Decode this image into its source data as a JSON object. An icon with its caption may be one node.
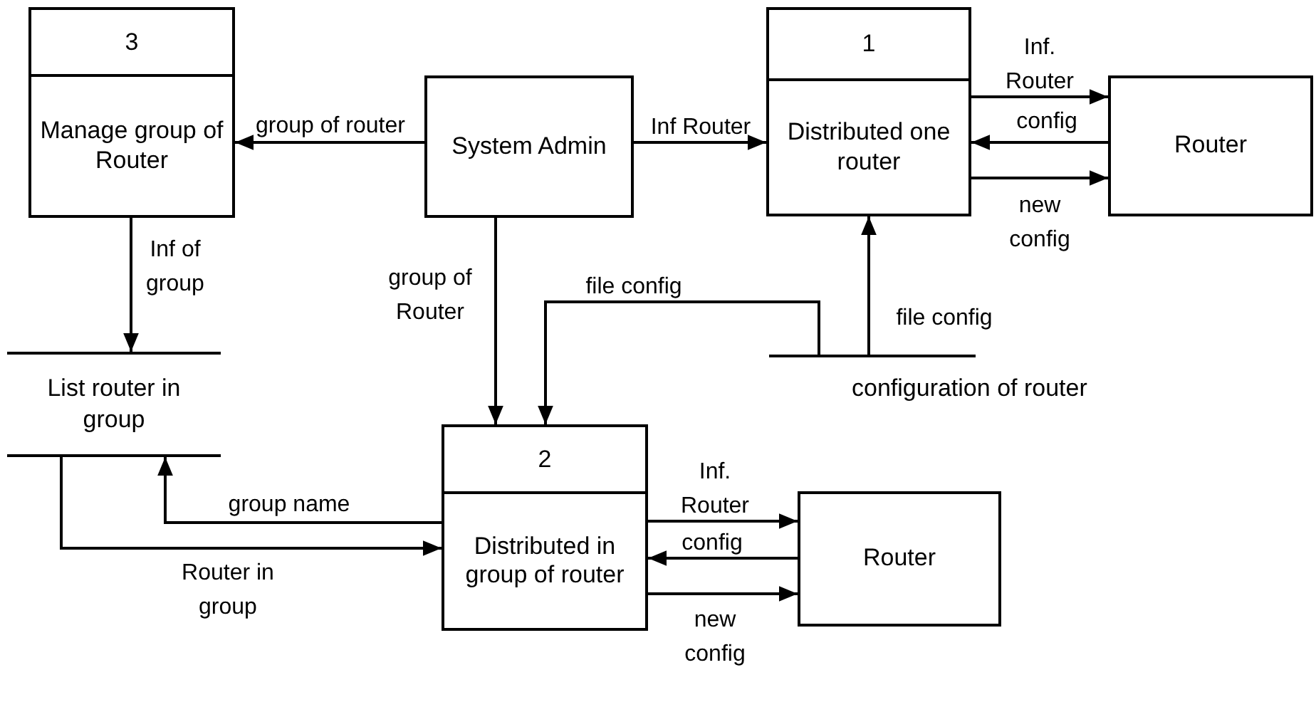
{
  "diagram": {
    "nodes": [
      {
        "text": [
          "3",
          "Manage group of Router"
        ]
      },
      {
        "text": [
          "System Admin"
        ]
      },
      {
        "text": [
          "1",
          "Distributed one router"
        ]
      },
      {
        "text": [
          "Router"
        ]
      },
      {
        "text": [
          "List router in group"
        ]
      },
      {
        "text": [
          "configuration of router"
        ]
      },
      {
        "text": [
          "2",
          "Distributed in group of router"
        ]
      },
      {
        "text": [
          "Router"
        ]
      }
    ],
    "edges": [
      {
        "from": 1,
        "to": 0,
        "arrow": "to",
        "label": "group of router"
      },
      {
        "from": 1,
        "to": 2,
        "arrow": "to",
        "label": "Inf Router"
      },
      {
        "from": 2,
        "to": 3,
        "arrow": "to",
        "label": "Inf. Router"
      },
      {
        "from": 3,
        "to": 2,
        "arrow": "to",
        "label": "config"
      },
      {
        "from": 2,
        "to": 3,
        "arrow": "to",
        "label": "new config"
      },
      {
        "from": 0,
        "to": 4,
        "arrow": "to",
        "label": "Inf of group"
      },
      {
        "from": 1,
        "to": 6,
        "arrow": "to",
        "label": "group of Router"
      },
      {
        "from": 5,
        "to": 2,
        "arrow": "to",
        "label": "file config"
      },
      {
        "from": 5,
        "to": 6,
        "arrow": "to",
        "label": "file config"
      },
      {
        "from": 6,
        "to": 4,
        "arrow": "to",
        "label": "group name"
      },
      {
        "from": 4,
        "to": 6,
        "arrow": "to",
        "label": "Router in group"
      },
      {
        "from": 6,
        "to": 7,
        "arrow": "to",
        "label": "Inf. Router"
      },
      {
        "from": 7,
        "to": 6,
        "arrow": "to",
        "label": "config"
      },
      {
        "from": 6,
        "to": 7,
        "arrow": "to",
        "label": "new config"
      }
    ]
  }
}
